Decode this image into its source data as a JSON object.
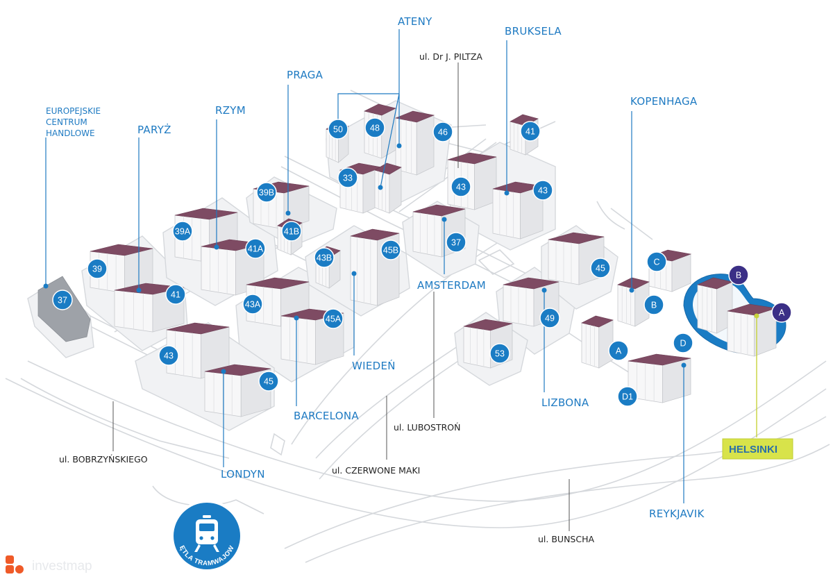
{
  "estates": [
    {
      "id": "ateny",
      "label": "ATENY"
    },
    {
      "id": "bruksela",
      "label": "BRUKSELA"
    },
    {
      "id": "praga",
      "label": "PRAGA"
    },
    {
      "id": "rzym",
      "label": "RZYM"
    },
    {
      "id": "paryz",
      "label": "PARYŻ"
    },
    {
      "id": "kopenhaga",
      "label": "KOPENHAGA"
    },
    {
      "id": "amsterdam",
      "label": "AMSTERDAM"
    },
    {
      "id": "wieden",
      "label": "WIEDEŃ"
    },
    {
      "id": "barcelona",
      "label": "BARCELONA"
    },
    {
      "id": "lizbona",
      "label": "LIZBONA"
    },
    {
      "id": "londyn",
      "label": "LONDYN"
    },
    {
      "id": "reykjavik",
      "label": "REYKJAVIK"
    }
  ],
  "mall": {
    "lines": [
      "EUROPEJSKIE",
      "CENTRUM",
      "HANDLOWE"
    ]
  },
  "highlight": {
    "label": "HELSINKI",
    "color": "#d8e34a"
  },
  "streets": [
    {
      "id": "piltza",
      "label": "ul. Dr J. PILTZA"
    },
    {
      "id": "lubostron",
      "label": "ul. LUBOSTROŃ"
    },
    {
      "id": "bobrzynskiego",
      "label": "ul. BOBRZYŃSKIEGO"
    },
    {
      "id": "czerwone-maki",
      "label": "ul. CZERWONE MAKI"
    },
    {
      "id": "bunscha",
      "label": "ul. BUNSCHA"
    }
  ],
  "building_numbers": [
    {
      "id": "b50",
      "label": "50",
      "style": "blue"
    },
    {
      "id": "b48",
      "label": "48",
      "style": "blue"
    },
    {
      "id": "b46",
      "label": "46",
      "style": "blue"
    },
    {
      "id": "b41-top",
      "label": "41",
      "style": "blue"
    },
    {
      "id": "b33",
      "label": "33",
      "style": "blue"
    },
    {
      "id": "b43-bru",
      "label": "43",
      "style": "blue"
    },
    {
      "id": "b43-bru2",
      "label": "43",
      "style": "blue"
    },
    {
      "id": "b39b",
      "label": "39B",
      "style": "blue"
    },
    {
      "id": "b41b",
      "label": "41B",
      "style": "blue"
    },
    {
      "id": "b39a",
      "label": "39A",
      "style": "blue"
    },
    {
      "id": "b41a",
      "label": "41A",
      "style": "blue"
    },
    {
      "id": "b37-ams",
      "label": "37",
      "style": "blue"
    },
    {
      "id": "b43b",
      "label": "43B",
      "style": "blue"
    },
    {
      "id": "b45b",
      "label": "45B",
      "style": "blue"
    },
    {
      "id": "b39",
      "label": "39",
      "style": "blue"
    },
    {
      "id": "b41",
      "label": "41",
      "style": "blue"
    },
    {
      "id": "b37-ech",
      "label": "37",
      "style": "blue"
    },
    {
      "id": "b43a",
      "label": "43A",
      "style": "blue"
    },
    {
      "id": "b45a",
      "label": "45A",
      "style": "blue"
    },
    {
      "id": "b45-ams",
      "label": "45",
      "style": "blue"
    },
    {
      "id": "b49",
      "label": "49",
      "style": "blue"
    },
    {
      "id": "bc",
      "label": "C",
      "style": "blue"
    },
    {
      "id": "bb-kop",
      "label": "B",
      "style": "blue"
    },
    {
      "id": "bb-hel",
      "label": "B",
      "style": "dark"
    },
    {
      "id": "ba-hel",
      "label": "A",
      "style": "dark"
    },
    {
      "id": "b43-lon",
      "label": "43",
      "style": "blue"
    },
    {
      "id": "b45-lon",
      "label": "45",
      "style": "blue"
    },
    {
      "id": "b53",
      "label": "53",
      "style": "blue"
    },
    {
      "id": "ba-kop",
      "label": "A",
      "style": "blue"
    },
    {
      "id": "bd",
      "label": "D",
      "style": "blue"
    },
    {
      "id": "bd1",
      "label": "D1",
      "style": "blue"
    }
  ],
  "tram_badge": {
    "label": "PĘTLA TRAMWAJOWA"
  },
  "brand": {
    "name": "investmap"
  },
  "colors": {
    "marker_blue": "#1a7cc4",
    "marker_dark": "#3b2f86",
    "roof": "#7e4b63",
    "label_blue": "#1e7ac2",
    "helsinki_highlight": "#d8e34a"
  }
}
